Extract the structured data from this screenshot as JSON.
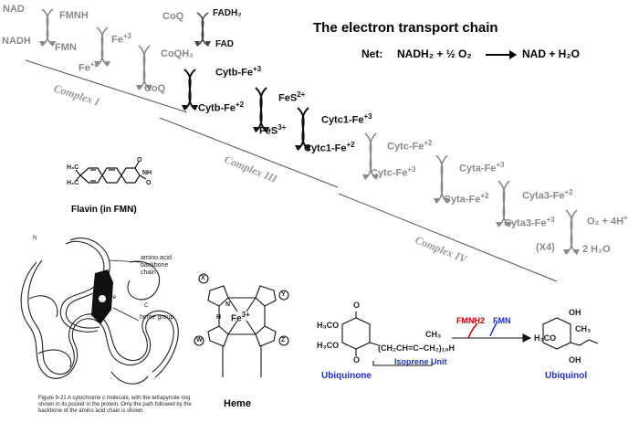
{
  "title": "The electron transport chain",
  "net": {
    "label": "Net:",
    "reactant": "NADH₂ + ½ O₂",
    "product": "NAD + H₂O"
  },
  "complexes": [
    "Complex I",
    "Complex III",
    "Complex IV"
  ],
  "carriers": {
    "nad": "NAD",
    "nadh": "NADH",
    "fmnh": "FMNH",
    "fmn": "FMN",
    "fe3": "Fe",
    "fe2": "Fe",
    "coq": "CoQ",
    "coqh2": "CoQH₂",
    "coq2": "CoQ",
    "fadh": "FADH₂",
    "fad": "FAD",
    "cytb3": "Cytb-Fe",
    "cytb2": "Cytb-Fe",
    "fes2": "FeS",
    "fes3": "FeS",
    "cytc1_3": "Cytc1-Fe",
    "cytc1_2": "Cytc1-Fe",
    "cytc2": "Cytc-Fe",
    "cytc3": "Cytc-Fe",
    "cyta3": "Cyta-Fe",
    "cyta2": "Cyta-Fe",
    "cyta3_2": "Cyta3-Fe",
    "cyta3_3": "Cyta3-Fe",
    "o2": "O₂ + 4H",
    "h2o": "2 H₂O",
    "x4": "(X4)"
  },
  "charges": {
    "plus3": "+3",
    "plus2": "+2",
    "two_plus": "2+",
    "three_plus": "3+",
    "plus": "+"
  },
  "flavin": {
    "label": "Flavin (in FMN)",
    "h3c_a": "H₃C",
    "h3c_b": "H₃C",
    "o_top": "O",
    "o_right": "O",
    "nh": "NH"
  },
  "protein": {
    "label_backbone": "amino acid backbone chain",
    "label_heme": "heme group",
    "label_fe": "Fe",
    "label_n": "N",
    "label_c": "C",
    "caption": "Figure 9-21  A cytochrome c molecule, with the tetrapyrrole ring shown in its pocket in the protein. Only the path followed by the backbone of the amino acid chain is shown."
  },
  "heme": {
    "label": "Heme",
    "fe": "Fe",
    "charge": "3+",
    "x": "X",
    "y": "Y",
    "w": "W",
    "z": "Z",
    "n": "N",
    "h": "H"
  },
  "ubiquinone": {
    "label": "Ubiquinone",
    "unit": "Isoprene Unit",
    "formula": "(CH₂CH=C–CH₂)₁₀H",
    "ch3": "CH₃",
    "h3co_a": "H₃CO",
    "h3co_b": "H₃CO",
    "o_a": "O",
    "o_b": "O",
    "fmnh2": "FMNH2",
    "fmn": "FMN"
  },
  "ubiquinol": {
    "label": "Ubiquinol",
    "oh_a": "OH",
    "oh_b": "OH",
    "h3co": "H₃CO",
    "ch3": "CH₃"
  }
}
